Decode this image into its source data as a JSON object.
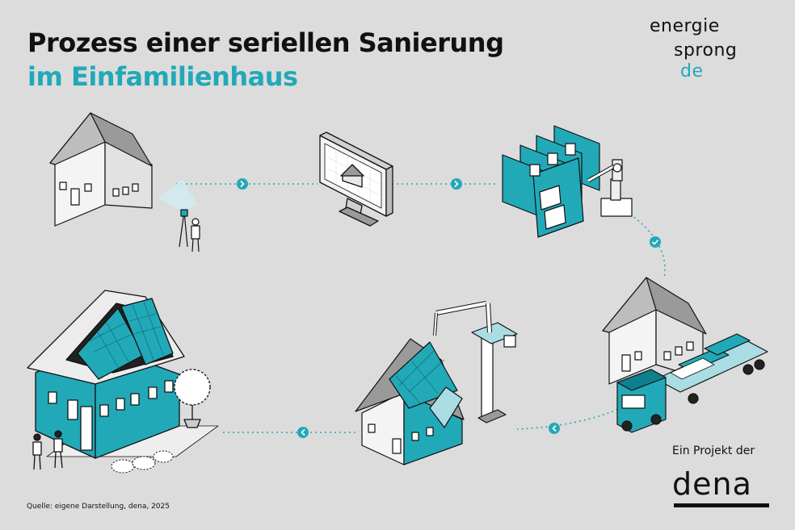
{
  "title": {
    "line1": "Prozess einer seriellen Sanierung",
    "line2": "im Einfamilienhaus"
  },
  "logo": {
    "line1": "energie",
    "line2": "sprong",
    "line3": "de"
  },
  "footer": {
    "project_label": "Ein Projekt der",
    "partner_logo": "dena",
    "source": "Quelle: eigene Darstellung, dena, 2025"
  },
  "colors": {
    "accent": "#22a9b8",
    "background": "#dcdcdc",
    "text": "#111111"
  },
  "steps": [
    "house-scan",
    "digital-model",
    "factory-production",
    "transport",
    "installation",
    "renovated-house"
  ],
  "icons": {
    "step_arrow": "chevron-right-icon",
    "step_check": "check-icon",
    "step_back": "chevron-left-icon"
  }
}
